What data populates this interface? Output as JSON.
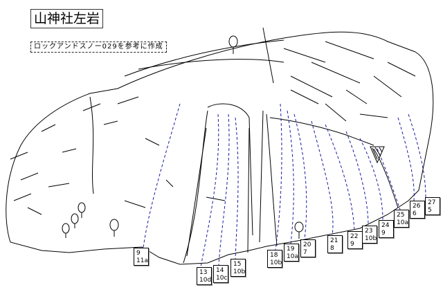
{
  "title": "山神社左岩",
  "note": "ロックアンドスノー029を参考に作成",
  "colors": {
    "route": "#1a1aa0",
    "outline": "#000000"
  },
  "routes": [
    {
      "number": "9",
      "grade": "11a"
    },
    {
      "number": "13",
      "grade": "10d"
    },
    {
      "number": "14",
      "grade": "10c"
    },
    {
      "number": "15",
      "grade": "10b"
    },
    {
      "number": "18",
      "grade": "10b"
    },
    {
      "number": "19",
      "grade": "10a"
    },
    {
      "number": "20",
      "grade": "7"
    },
    {
      "number": "21",
      "grade": "8"
    },
    {
      "number": "22",
      "grade": "9"
    },
    {
      "number": "23",
      "grade": "10b"
    },
    {
      "number": "24",
      "grade": "9"
    },
    {
      "number": "25",
      "grade": "10a"
    },
    {
      "number": "26",
      "grade": "6"
    },
    {
      "number": "27",
      "grade": "5"
    }
  ]
}
